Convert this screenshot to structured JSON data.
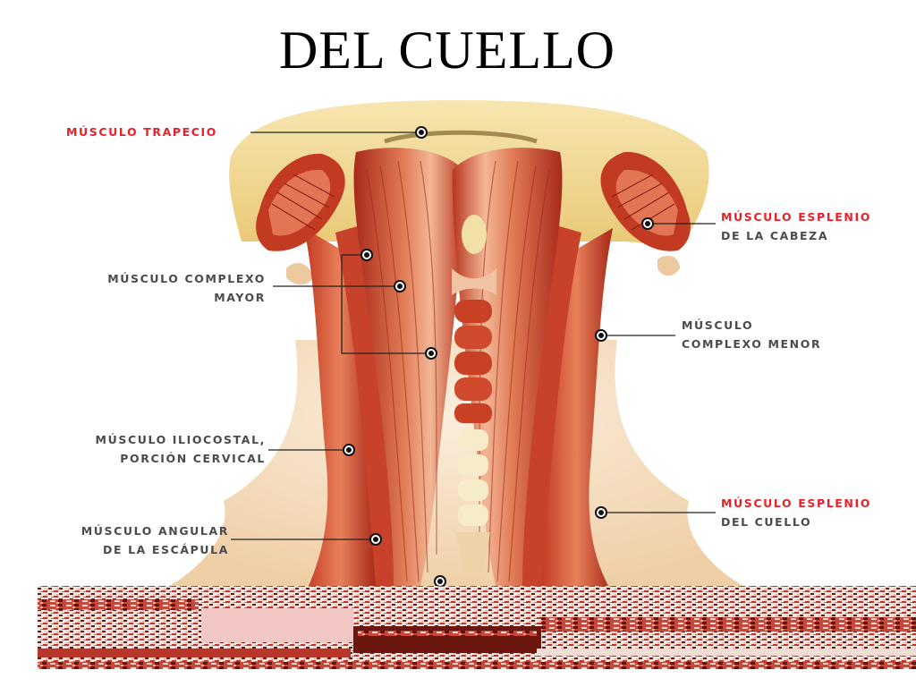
{
  "slide": {
    "title": "DEL CUELLO"
  },
  "colors": {
    "accent_red": "#e8202a",
    "label_gray": "#4b4b4b",
    "muscle_dark": "#b5301f",
    "muscle_mid": "#d9573a",
    "muscle_light": "#f0b08e",
    "bone": "#f4dc9a",
    "skin": "#f6e3c6"
  },
  "labels": {
    "trapecio": "MÚSCULO TRAPECIO",
    "esplenio_cabeza_1": "MÚSCULO ESPLENIO",
    "esplenio_cabeza_2": "DE LA CABEZA",
    "complexo_mayor_1": "MÚSCULO COMPLEXO",
    "complexo_mayor_2": "MAYOR",
    "complexo_menor_1": "MÚSCULO",
    "complexo_menor_2": "COMPLEXO MENOR",
    "iliocostal_1": "MÚSCULO ILIOCOSTAL,",
    "iliocostal_2": "PORCIÓN CERVICAL",
    "esplenio_cuello_1": "MÚSCULO ESPLENIO",
    "esplenio_cuello_2": "DEL CUELLO",
    "angular_1": "MÚSCULO ANGULAR",
    "angular_2": "DE LA ESCÁPULA"
  }
}
